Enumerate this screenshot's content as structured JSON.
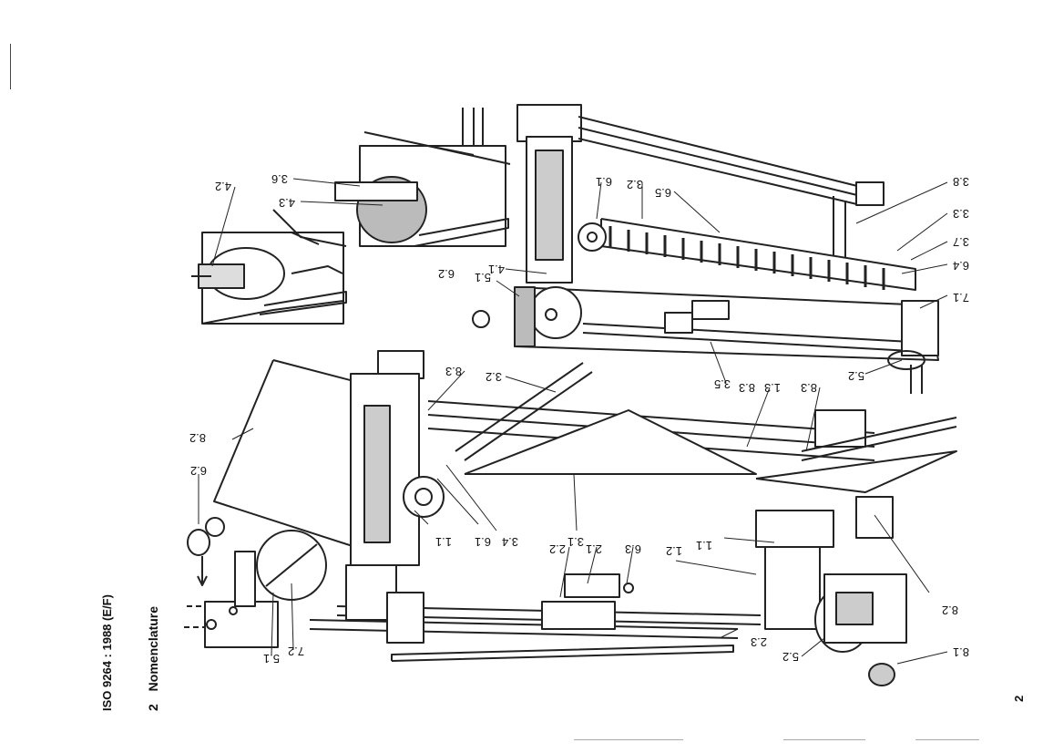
{
  "header": "ISO 9264 : 1988 (E/F)",
  "section": {
    "number": "2",
    "title": "Nomenclature"
  },
  "page_number": "2",
  "figure": {
    "labels": {
      "l42": "4.2",
      "l36": "3.6",
      "l43": "4.3",
      "l61a": "6.1",
      "l32a": "3.2",
      "l65": "6.5",
      "l38": "3.8",
      "l33": "3.3",
      "l37": "3.7",
      "l64": "6.4",
      "l71": "7.1",
      "l41": "4.1",
      "l51a": "5.1",
      "l62a": "6.2",
      "l83a": "8.3",
      "l32b": "3.2",
      "l35": "3.5",
      "l83b": "8.3",
      "l13": "1.3",
      "l83c": "8.3",
      "l52a": "5.2",
      "l82a": "8.2",
      "l62b": "6.2",
      "l11a": "1.1",
      "l61b": "6.1",
      "l34": "3.4",
      "l31": "3.1",
      "l22": "2.2",
      "l21": "2.1",
      "l63": "6.3",
      "l12": "1.2",
      "l11b": "1.1",
      "l82b": "8.2",
      "l72": "7.2",
      "l51b": "5.1",
      "l23": "2.3",
      "l52b": "5.2",
      "l81": "8.1"
    }
  }
}
